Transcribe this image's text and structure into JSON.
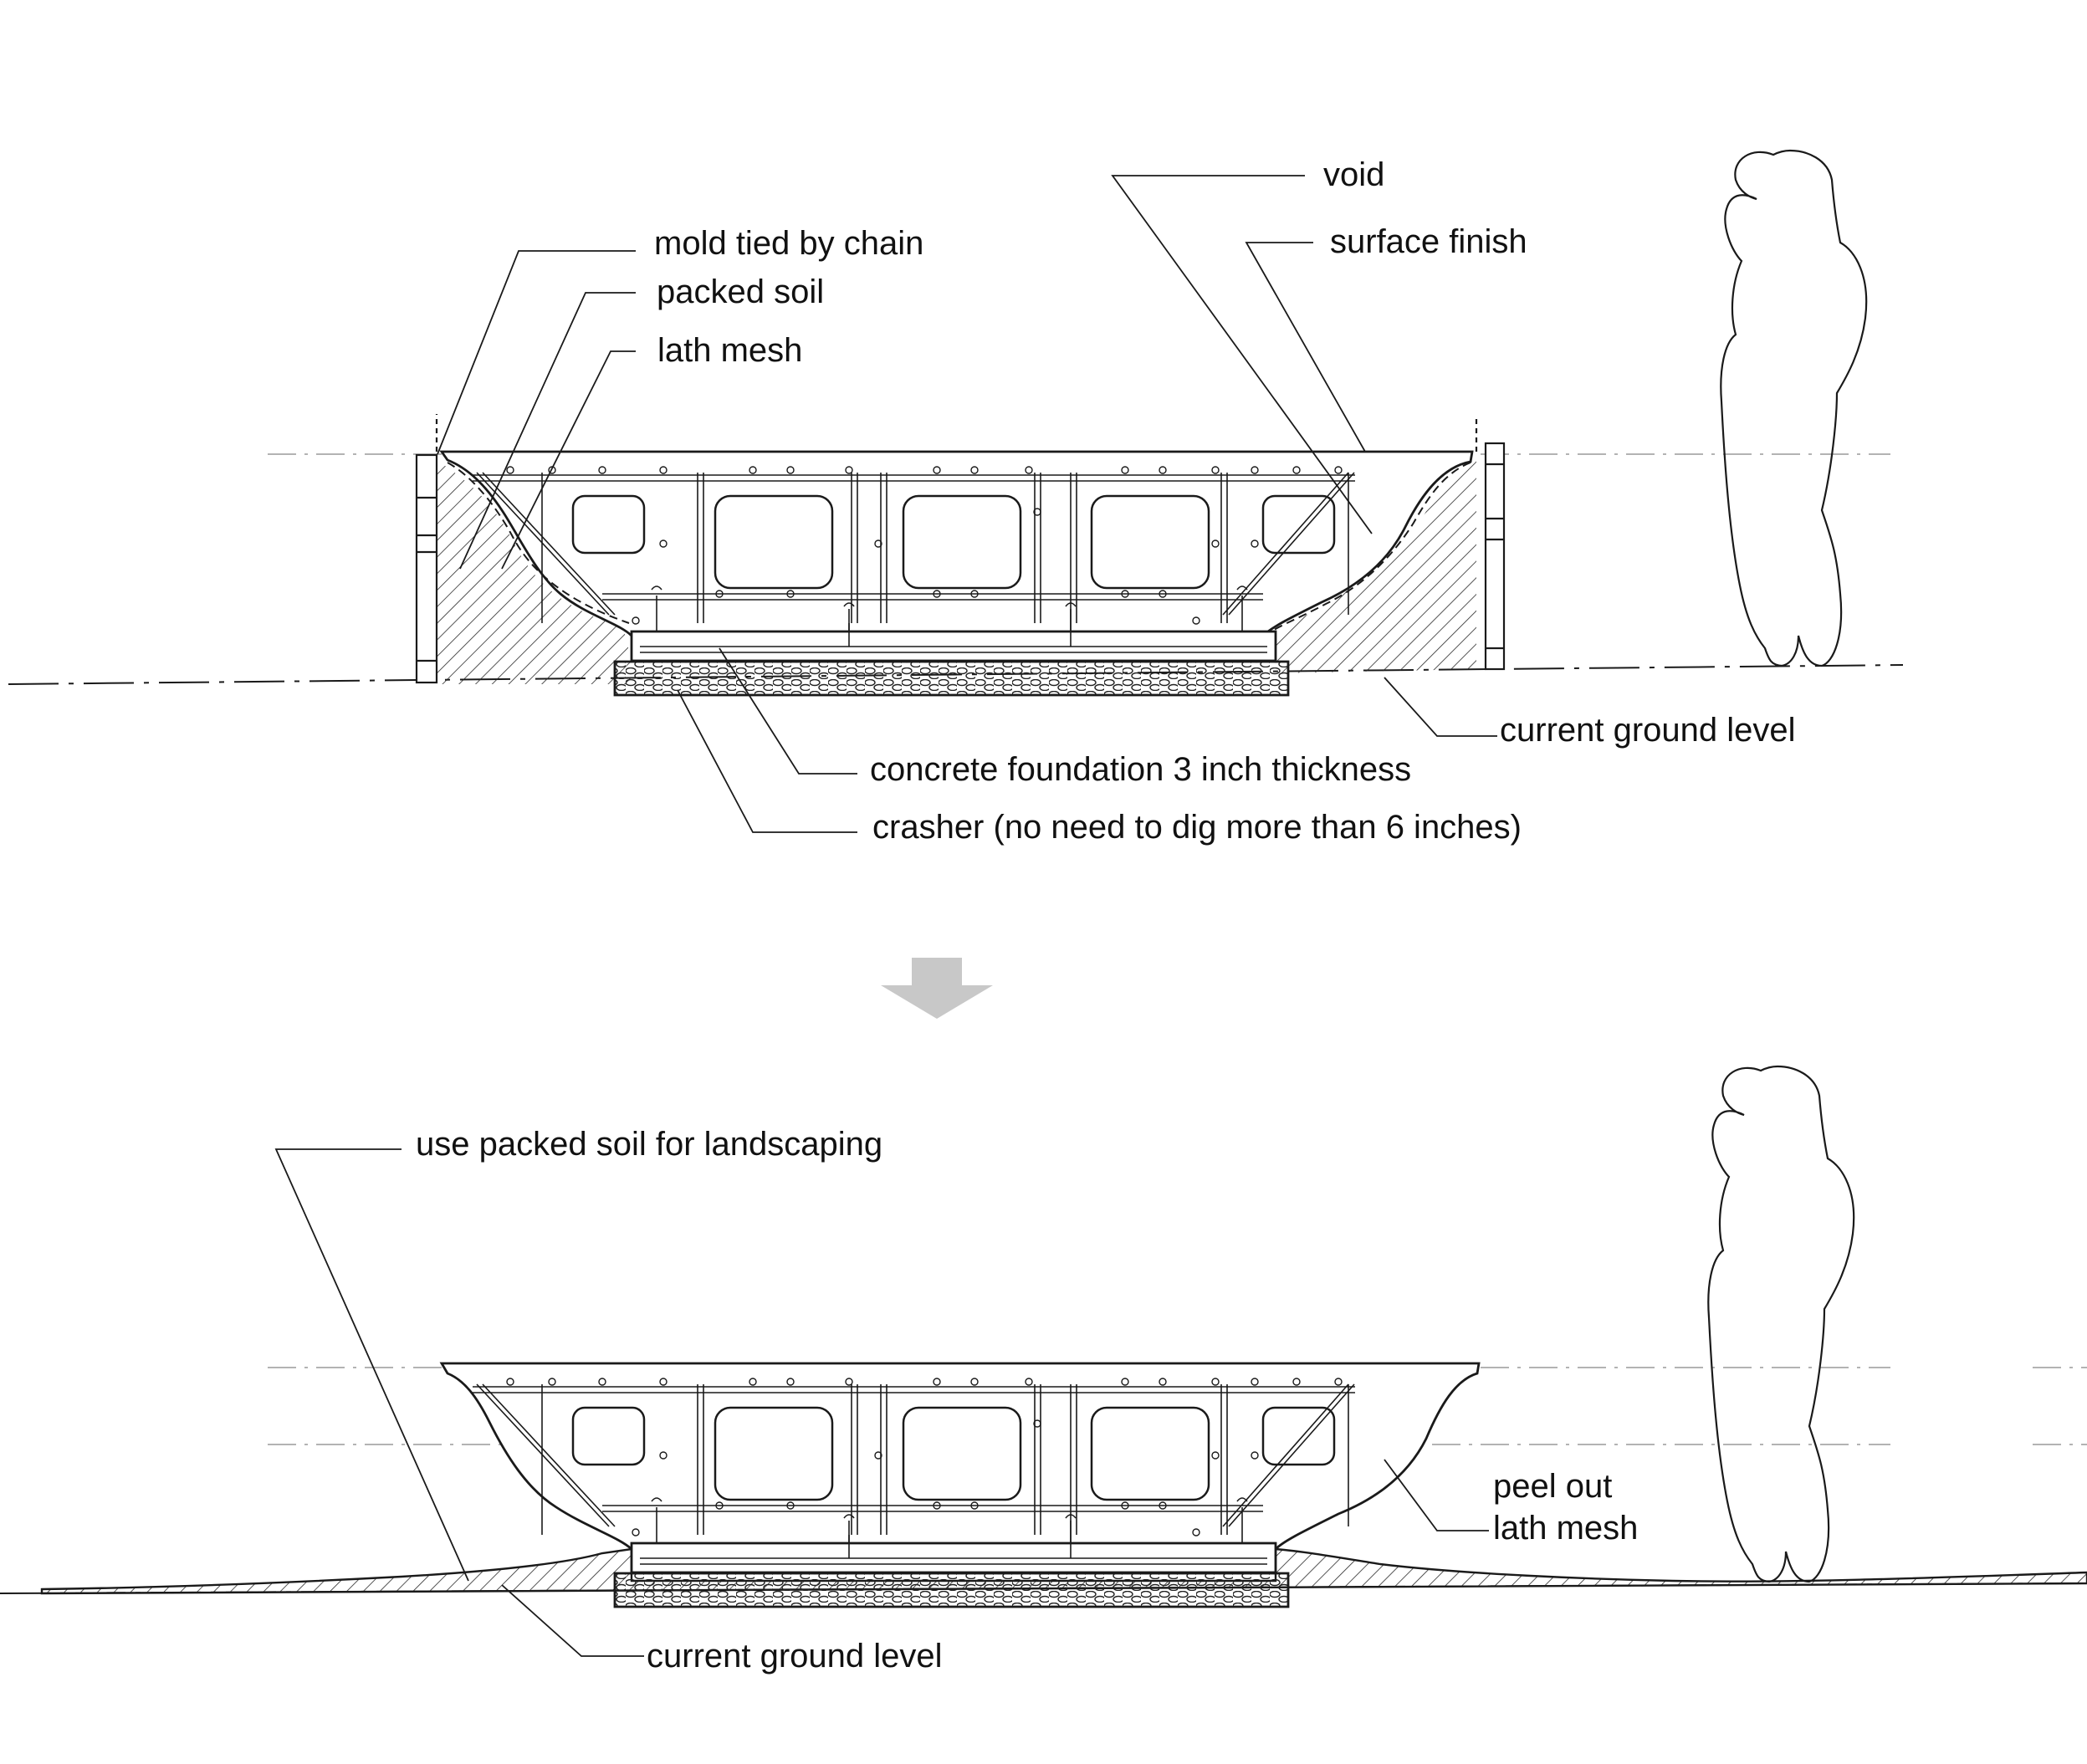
{
  "colors": {
    "ink": "#1a1a1a",
    "hatch": "#2a2a2a",
    "arrow": "#c8c8c8",
    "guide": "#9a9a9a"
  },
  "top": {
    "labels": {
      "void": "void",
      "surface_finish": "surface finish",
      "mold": "mold tied by chain",
      "packed_soil": "packed soil",
      "lath_mesh": "lath mesh",
      "ground": "current ground level",
      "foundation": "concrete foundation 3 inch thickness",
      "crasher": "crasher (no need to dig more than 6 inches)"
    }
  },
  "transition": {
    "icon": "down-arrow-icon"
  },
  "bottom": {
    "labels": {
      "landscaping": "use packed soil for landscaping",
      "peel_line1": "peel out",
      "peel_line2": "lath mesh",
      "ground": "current ground level"
    }
  }
}
